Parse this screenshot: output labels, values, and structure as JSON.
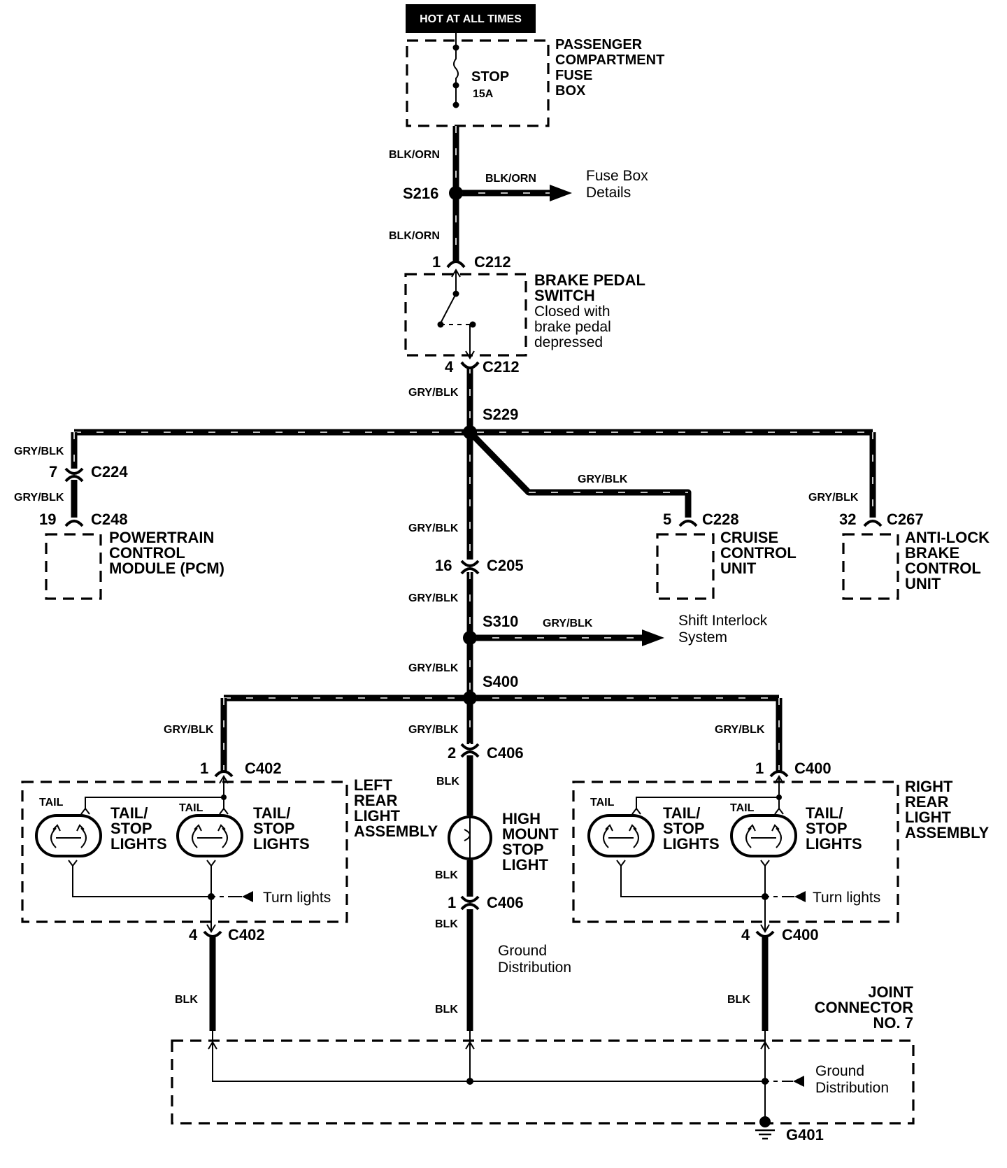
{
  "power_banner": "HOT AT ALL TIMES",
  "fuse_box": {
    "title_lines": [
      "PASSENGER",
      "COMPARTMENT",
      "FUSE",
      "BOX"
    ],
    "fuse_name": "STOP",
    "fuse_rating": "15A"
  },
  "wires": {
    "blk_orn": "BLK/ORN",
    "gry_blk": "GRY/BLK",
    "blk": "BLK"
  },
  "splices": {
    "s216": "S216",
    "s229": "S229",
    "s310": "S310",
    "s400": "S400"
  },
  "refs": {
    "fuse_box_details": [
      "Fuse Box",
      "Details"
    ],
    "shift_interlock": [
      "Shift Interlock",
      "System"
    ],
    "ground_distribution": [
      "Ground",
      "Distribution"
    ],
    "turn_lights": "Turn lights"
  },
  "brake_switch": {
    "title_lines": [
      "BRAKE PEDAL",
      "SWITCH"
    ],
    "note_lines": [
      "Closed with",
      "brake pedal",
      "depressed"
    ],
    "top_pin": "1",
    "top_conn": "C212",
    "bottom_pin": "4",
    "bottom_conn": "C212"
  },
  "pcm": {
    "title_lines": [
      "POWERTRAIN",
      "CONTROL",
      "MODULE (PCM)"
    ],
    "inline_pin": "7",
    "inline_conn": "C224",
    "pin": "19",
    "conn": "C248"
  },
  "cruise": {
    "title_lines": [
      "CRUISE",
      "CONTROL",
      "UNIT"
    ],
    "pin": "5",
    "conn": "C228"
  },
  "abs": {
    "title_lines": [
      "ANTI-LOCK",
      "BRAKE",
      "CONTROL",
      "UNIT"
    ],
    "pin": "32",
    "conn": "C267"
  },
  "c205": {
    "pin": "16",
    "conn": "C205"
  },
  "left_rear": {
    "title_lines": [
      "LEFT",
      "REAR",
      "LIGHT",
      "ASSEMBLY"
    ],
    "tail_label": "TAIL",
    "lamp_lines": [
      "TAIL/",
      "STOP",
      "LIGHTS"
    ],
    "top_pin": "1",
    "top_conn": "C402",
    "bottom_pin": "4",
    "bottom_conn": "C402"
  },
  "right_rear": {
    "title_lines": [
      "RIGHT",
      "REAR",
      "LIGHT",
      "ASSEMBLY"
    ],
    "tail_label": "TAIL",
    "lamp_lines": [
      "TAIL/",
      "STOP",
      "LIGHTS"
    ],
    "top_pin": "1",
    "top_conn": "C400",
    "bottom_pin": "4",
    "bottom_conn": "C400"
  },
  "high_mount": {
    "title_lines": [
      "HIGH",
      "MOUNT",
      "STOP",
      "LIGHT"
    ],
    "top_pin": "2",
    "top_conn": "C406",
    "bottom_pin": "1",
    "bottom_conn": "C406"
  },
  "joint_connector": {
    "title_lines": [
      "JOINT",
      "CONNECTOR",
      "NO. 7"
    ]
  },
  "ground": "G401"
}
